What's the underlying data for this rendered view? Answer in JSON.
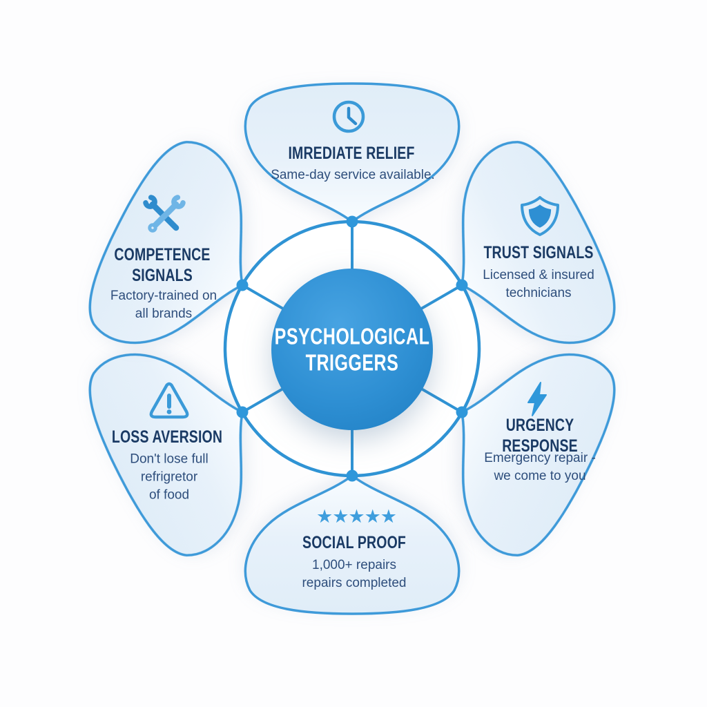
{
  "diagram": {
    "center": {
      "title_lines": [
        "PSYCHOLOGICAL",
        "TRIGGERS"
      ]
    },
    "petals": [
      {
        "name": "immediate-relief",
        "position": "top",
        "icon": "clock-icon",
        "heading_lines": [
          "IMREDIATE RELIEF"
        ],
        "sub_lines": [
          "Same-day service available."
        ]
      },
      {
        "name": "trust-signals",
        "position": "top-right",
        "icon": "shield-icon",
        "heading_lines": [
          "TRUST SIGNALS"
        ],
        "sub_lines": [
          "Licensed & insured",
          "technicians"
        ]
      },
      {
        "name": "urgency-response",
        "position": "bottom-right",
        "icon": "lightning-icon",
        "heading_lines": [
          "URGENCY RESPONSE"
        ],
        "sub_lines": [
          "Emergency repair -",
          "we come to you"
        ]
      },
      {
        "name": "social-proof",
        "position": "bottom",
        "icon": "stars-icon",
        "heading_lines": [
          "SOCIAL PROOF"
        ],
        "sub_lines": [
          "1,000+ repairs",
          "repairs completed"
        ]
      },
      {
        "name": "loss-aversion",
        "position": "bottom-left",
        "icon": "warning-icon",
        "heading_lines": [
          "LOSS AVERSION"
        ],
        "sub_lines": [
          "Don't lose full",
          "refrigretor",
          "of food"
        ]
      },
      {
        "name": "competence-signals",
        "position": "top-left",
        "icon": "tools-icon",
        "heading_lines": [
          "COMPETENCE",
          "SIGNALS"
        ],
        "sub_lines": [
          "Factory-trained on",
          "all brands"
        ]
      }
    ],
    "icons": {
      "stars_glyph": "★★★★★"
    },
    "colors": {
      "background": "#fdfdfe",
      "ring_blue": "#2f93d4",
      "node_blue": "#2f97da",
      "petal_fill_light": "#e1edf8",
      "petal_fill_tip": "#f8fcff",
      "petal_stroke": "#3e9ad9",
      "icon_blue": "#3b9ad8",
      "icon_blue_dark": "#2f8ccd",
      "icon_blue_light": "#6fb5e6",
      "center_blue": "#2e8fd3",
      "heading_navy": "#1a3a64",
      "subtext_navy": "#2e4e7c",
      "star_blue": "#3f9edd"
    }
  }
}
